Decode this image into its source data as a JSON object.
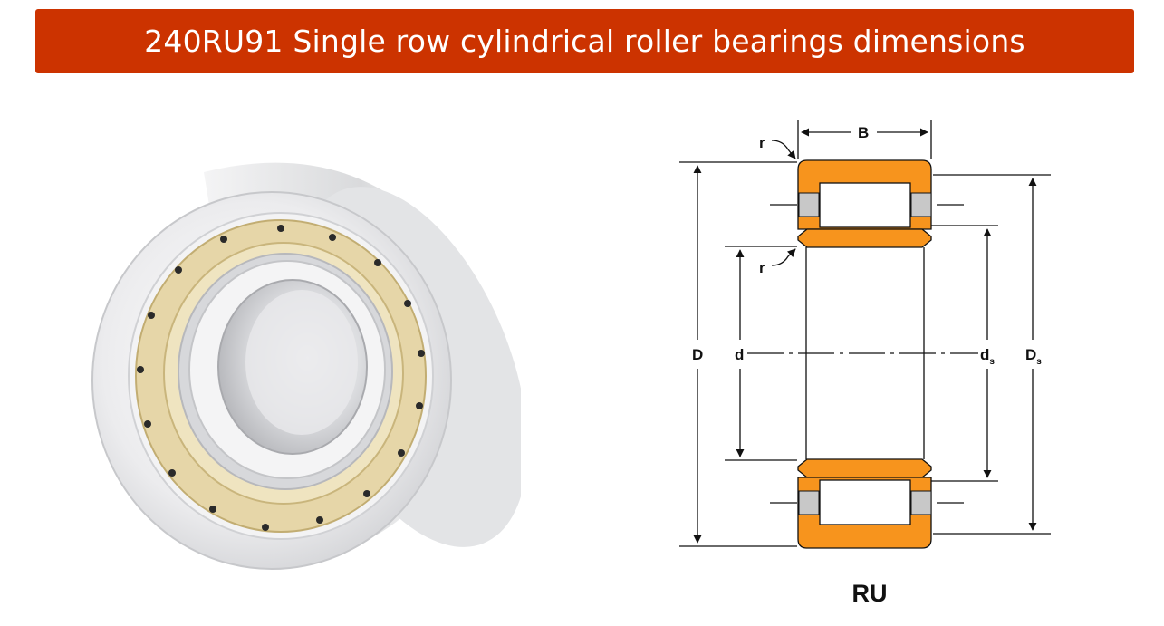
{
  "header": {
    "title": "240RU91 Single row cylindrical roller bearings dimensions",
    "background_color": "#cc3300",
    "text_color": "#ffffff"
  },
  "photo": {
    "icon": "cylindrical-roller-bearing-photo",
    "cage_color": "#e6d6a8",
    "ring_color": "#e9e9ea"
  },
  "drawing": {
    "icon": "bearing-cross-section-diagram",
    "ring_fill_color": "#f7941d",
    "labels": {
      "B": "B",
      "r_top": "r",
      "r_inner": "r",
      "D": "D",
      "d": "d",
      "ds_main": "d",
      "ds_sub": "s",
      "Ds_main": "D",
      "Ds_sub": "s"
    },
    "caption": "RU"
  }
}
